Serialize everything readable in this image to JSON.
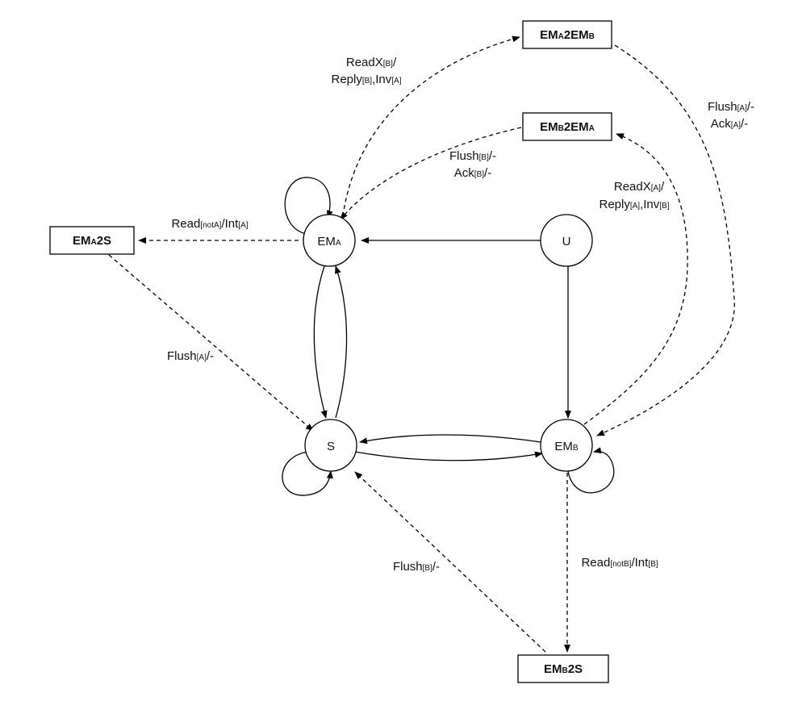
{
  "nodes": {
    "ema": {
      "main": "EM",
      "sub": "A"
    },
    "u": {
      "main": "U",
      "sub": ""
    },
    "s": {
      "main": "S",
      "sub": ""
    },
    "emb": {
      "main": "EM",
      "sub": "B"
    }
  },
  "boxes": {
    "ema2emb": {
      "p1": "EM",
      "s1": "A",
      "p2": "2EM",
      "s2": "B"
    },
    "emb2ema": {
      "p1": "EM",
      "s1": "B",
      "p2": "2EM",
      "s2": "A"
    },
    "ema2s": {
      "p1": "EM",
      "s1": "A",
      "p2": "2S"
    },
    "emb2s": {
      "p1": "EM",
      "s1": "B",
      "p2": "2S"
    }
  },
  "labels": {
    "readx_b": {
      "l1a": "ReadX",
      "l1b": "[B]",
      "l1c": "/",
      "l2a": "Reply",
      "l2b": "[B]",
      "l2c": ",Inv",
      "l2d": "[A]"
    },
    "flush_b_ack": {
      "l1a": "Flush",
      "l1b": "[B]",
      "l1c": "/-",
      "l2a": "Ack",
      "l2b": "[B]",
      "l2c": "/-"
    },
    "flush_a_ack": {
      "l1a": "Flush",
      "l1b": "[A]",
      "l1c": "/-",
      "l2a": "Ack",
      "l2b": "[A]",
      "l2c": "/-"
    },
    "readx_a": {
      "l1a": "ReadX",
      "l1b": "[A]",
      "l1c": "/",
      "l2a": "Reply",
      "l2b": "[A]",
      "l2c": ",Inv",
      "l2d": "[B]"
    },
    "read_nota": {
      "a": "Read",
      "b": "[notA]",
      "c": "/Int",
      "d": "[A]"
    },
    "flush_a": {
      "a": "Flush",
      "b": "[A]",
      "c": "/-"
    },
    "flush_b": {
      "a": "Flush",
      "b": "[B]",
      "c": "/-"
    },
    "read_notb": {
      "a": "Read",
      "b": "[notB]",
      "c": "/Int",
      "d": "[B]"
    }
  }
}
